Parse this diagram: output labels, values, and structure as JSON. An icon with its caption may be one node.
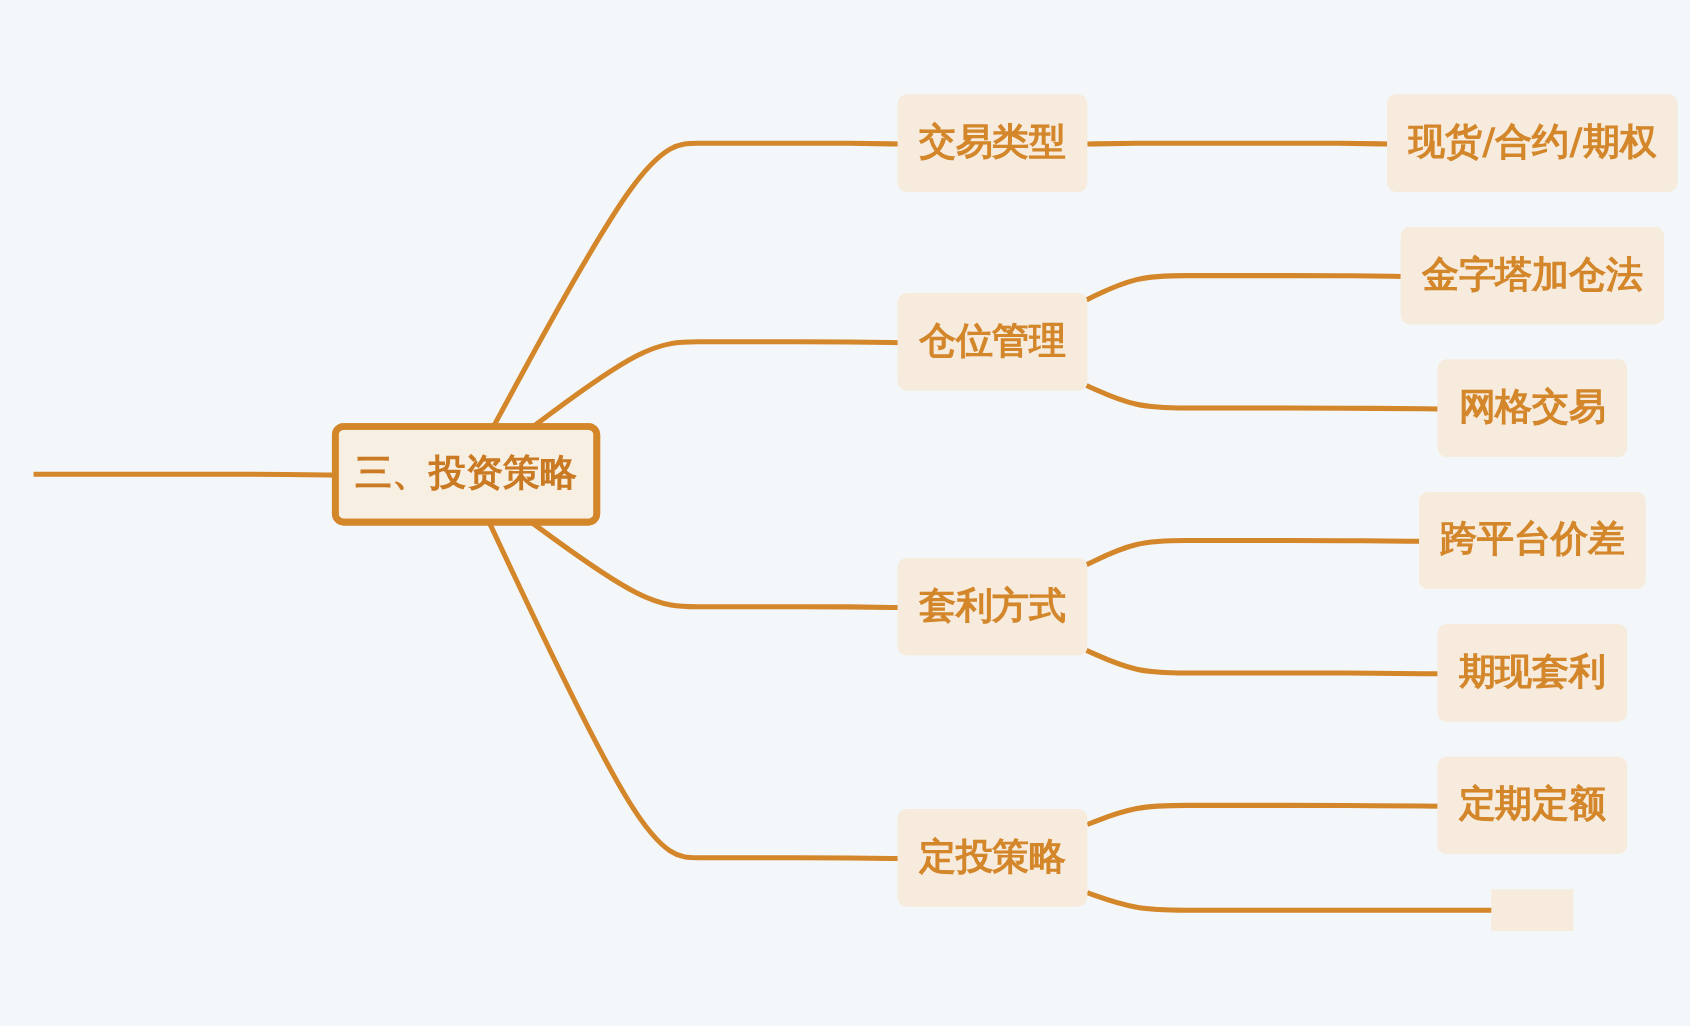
{
  "diagram": {
    "nodes": [
      {
        "text": [
          "三、投资策略"
        ]
      },
      {
        "text": [
          "交易类型"
        ]
      },
      {
        "text": [
          "现货/合约/期权"
        ]
      },
      {
        "text": [
          "仓位管理"
        ]
      },
      {
        "text": [
          "金字塔加仓法"
        ]
      },
      {
        "text": [
          "网格交易"
        ]
      },
      {
        "text": [
          "套利方式"
        ]
      },
      {
        "text": [
          "跨平台价差"
        ]
      },
      {
        "text": [
          "期现套利"
        ]
      },
      {
        "text": [
          "定投策略"
        ]
      },
      {
        "text": [
          "定期定额"
        ]
      },
      {
        "text": [],
        "shape": "box"
      }
    ],
    "edges": [
      {
        "from": null,
        "to": 0,
        "arrow": "none"
      },
      {
        "from": 0,
        "to": 1,
        "arrow": "none"
      },
      {
        "from": 1,
        "to": 2,
        "arrow": "none"
      },
      {
        "from": 0,
        "to": 3,
        "arrow": "none"
      },
      {
        "from": 3,
        "to": 4,
        "arrow": "none"
      },
      {
        "from": 3,
        "to": 5,
        "arrow": "none"
      },
      {
        "from": 0,
        "to": 6,
        "arrow": "none"
      },
      {
        "from": 6,
        "to": 7,
        "arrow": "none"
      },
      {
        "from": 6,
        "to": 8,
        "arrow": "none"
      },
      {
        "from": 0,
        "to": 9,
        "arrow": "none"
      },
      {
        "from": 9,
        "to": 10,
        "arrow": "none"
      },
      {
        "from": 9,
        "to": 11,
        "arrow": "none"
      }
    ]
  }
}
